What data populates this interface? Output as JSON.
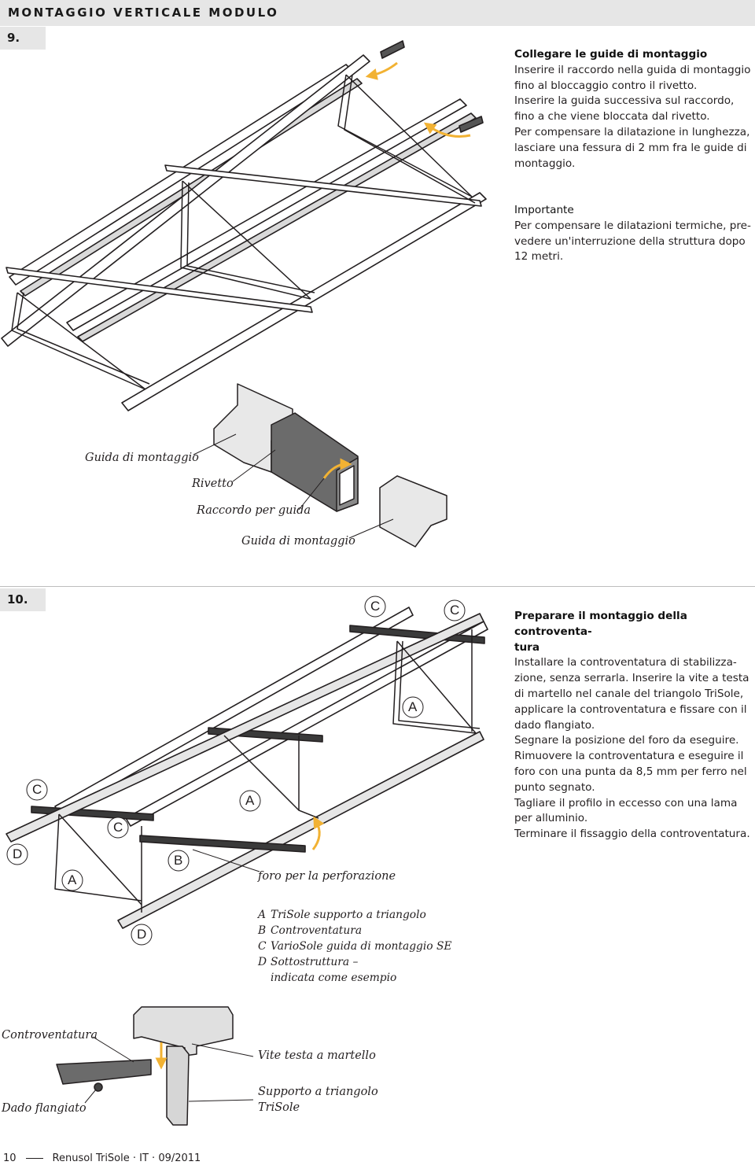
{
  "header": {
    "title": "MONTAGGIO VERTICALE MODULO"
  },
  "step9": {
    "number": "9.",
    "heading": "Collegare le guide di montaggio",
    "body": [
      "Inserire il raccordo nella guida di montaggio",
      "fino al bloccaggio contro il rivetto.",
      "Inserire la guida successiva sul raccordo,",
      "fino a che viene bloccata dal rivetto.",
      "Per compensare la dilatazione in lunghezza,",
      "lasciare una fessura di 2 mm fra le guide di",
      "montaggio."
    ],
    "important_heading": "Importante",
    "important_body": [
      "Per compensare le dilatazioni termiche, pre-",
      "vedere un'interruzione della struttura dopo",
      "12 metri."
    ],
    "labels": {
      "guida1": "Guida di montaggio",
      "rivetto": "Rivetto",
      "raccordo": "Raccordo per guida",
      "guida2": "Guida di montaggio"
    }
  },
  "step10": {
    "number": "10.",
    "heading_lines": [
      "Preparare il montaggio della controventa-",
      "tura"
    ],
    "body": [
      "Installare  la controventatura di stabilizza-",
      "zione, senza serrarla. Inserire la vite a testa",
      "di martello nel canale del triangolo TriSole,",
      "applicare la controventatura e fissare con il",
      "dado flangiato.",
      "Segnare la posizione del foro da eseguire.",
      "Rimuovere la controventatura e eseguire il",
      "foro con una punta da 8,5 mm per ferro nel",
      "punto segnato.",
      "Tagliare il profilo in eccesso con una lama",
      "per alluminio.",
      "Terminare il fissaggio della controventatura."
    ],
    "letters": {
      "c_top1": "C",
      "c_top2": "C",
      "a_mid": "A",
      "c_left": "C",
      "a_center": "A",
      "c_lower": "C",
      "d_left": "D",
      "a_bottom": "A",
      "b": "B",
      "d_bottom": "D"
    },
    "hole_label": "foro per la perforazione",
    "legend": [
      {
        "key": "A",
        "text": "TriSole supporto a triangolo"
      },
      {
        "key": "B",
        "text": "Controventatura"
      },
      {
        "key": "C",
        "text": "VarioSole guida di montaggio SE"
      },
      {
        "key": "D",
        "text": "Sottostruttura –"
      }
    ],
    "legend_continuation": "indicata come esempio",
    "detail_labels": {
      "controventatura": "Controventatura",
      "dado": "Dado flangiato",
      "vite": "Vite testa a martello",
      "supporto_1": "Supporto a triangolo",
      "supporto_2": "TriSole"
    }
  },
  "footer": {
    "page": "10",
    "doc": "Renusol TriSole · IT · 09/2011"
  },
  "colors": {
    "header_bg": "#e6e6e6",
    "accent_arrow": "#f2b233",
    "line": "#231f20"
  }
}
